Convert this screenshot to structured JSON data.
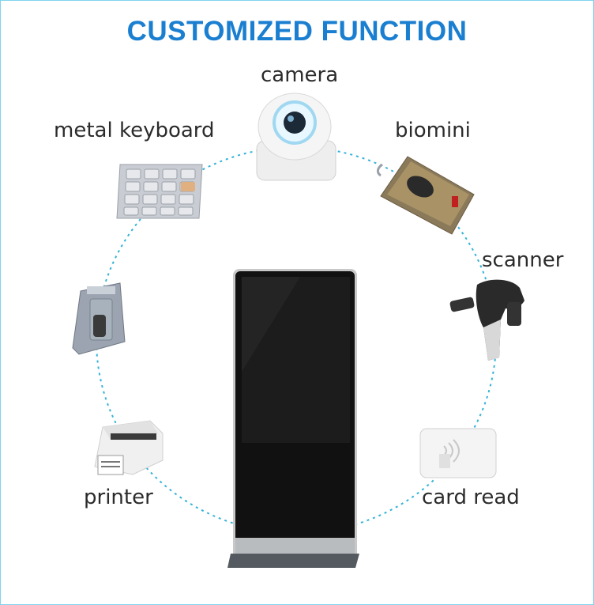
{
  "title": "CUSTOMIZED FUNCTION",
  "colors": {
    "title": "#1a7fd0",
    "ring": "#35b3d8",
    "text": "#2b2b2b",
    "kiosk_body": "#111111",
    "kiosk_bezel": "#c8c8c8",
    "kiosk_base": "#555a60"
  },
  "labels": {
    "camera": "camera",
    "metal_keyboard": "metal keyboard",
    "biomini": "biomini",
    "scanner": "scanner",
    "printer": "printer",
    "card_read": "card read"
  },
  "icons": {
    "camera": "dome-camera-icon",
    "keyboard": "metal-keypad-icon",
    "biomini": "fingerprint-reader-icon",
    "scanner": "barcode-scanner-icon",
    "fingerprint_module": "fingerprint-module-icon",
    "printer": "label-printer-icon",
    "card_reader": "card-reader-icon",
    "kiosk": "standing-kiosk-icon"
  }
}
